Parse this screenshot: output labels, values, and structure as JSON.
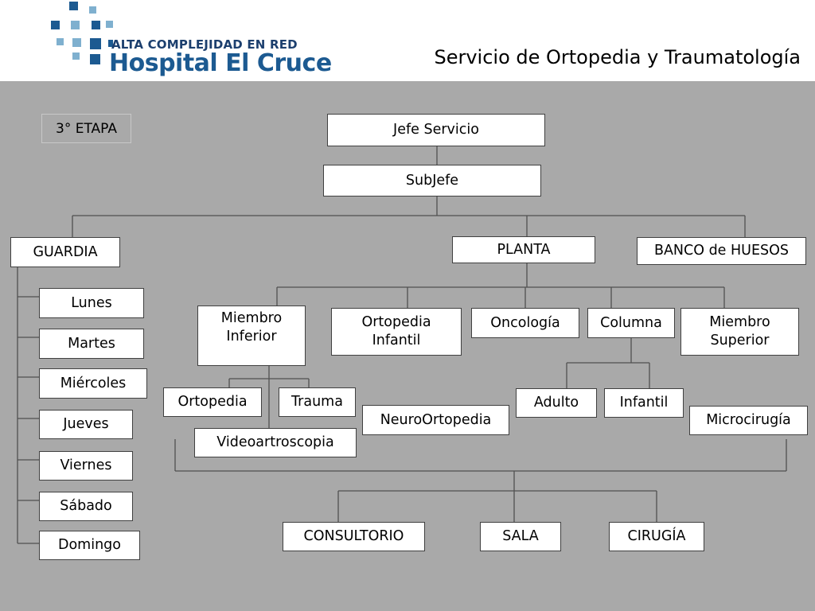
{
  "header": {
    "logo_subtitle": "ALTA COMPLEJIDAD EN RED",
    "logo_name": "Hospital El Cruce",
    "title": "Servicio de Ortopedia y Traumatología"
  },
  "colors": {
    "background": "#a9a9a9",
    "logo_dark": "#1c5a91",
    "logo_light": "#7fb0cf"
  },
  "stage_label": "3° ETAPA",
  "nodes": {
    "jefe": "Jefe Servicio",
    "subjefe": "SubJefe",
    "guardia": "GUARDIA",
    "planta": "PLANTA",
    "banco": "BANCO de HUESOS",
    "days": [
      "Lunes",
      "Martes",
      "Miércoles",
      "Jueves",
      "Viernes",
      "Sábado",
      "Domingo"
    ],
    "miembro_inferior": "Miembro\nInferior",
    "ortopedia_infantil": "Ortopedia\nInfantil",
    "oncologia": "Oncología",
    "columna": "Columna",
    "miembro_superior": "Miembro\nSuperior",
    "ortopedia": "Ortopedia",
    "trauma": "Trauma",
    "videoartroscopia": "Videoartroscopia",
    "neuroortopedia": "NeuroOrtopedia",
    "adulto": "Adulto",
    "infantil": "Infantil",
    "microcirugia": "Microcirugía",
    "consultorio": "CONSULTORIO",
    "sala": "SALA",
    "cirugia": "CIRUGÍA"
  }
}
